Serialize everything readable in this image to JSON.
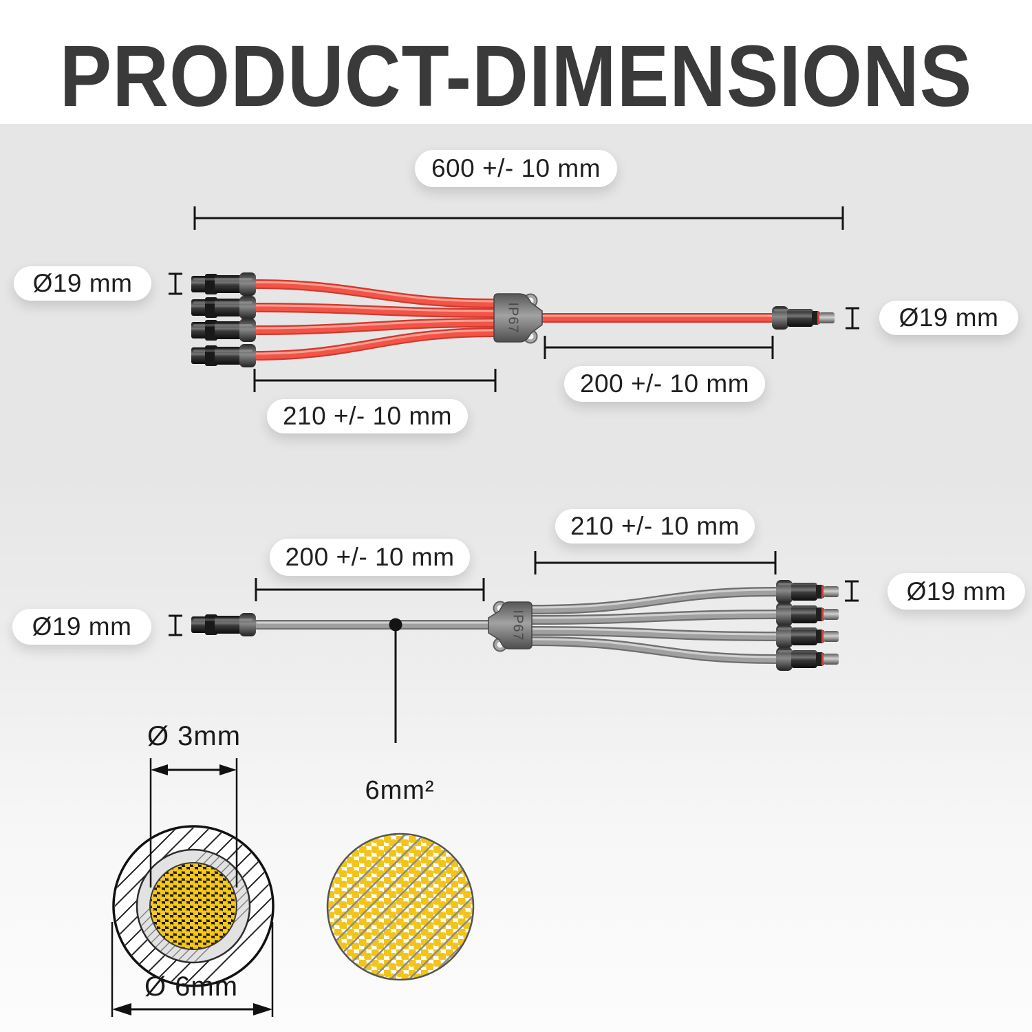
{
  "title": "PRODUCT-DIMENSIONS",
  "colors": {
    "background_panel": "#e6e6e6",
    "cable_red": "#f25548",
    "cable_gray": "#a0a0a0",
    "copper_yellow": "#f2c41b",
    "line_black": "#141414",
    "pill_white": "#ffffff"
  },
  "diagram_top": {
    "total_length_label": "600 +/- 10 mm",
    "branch_length_label": "210 +/- 10 mm",
    "trunk_length_label": "200 +/- 10 mm",
    "left_diameter_label": "Ø19 mm",
    "right_diameter_label": "Ø19 mm",
    "splitter_marking": "IP67"
  },
  "diagram_bottom": {
    "trunk_length_label": "200 +/- 10 mm",
    "branch_length_label": "210 +/- 10 mm",
    "left_diameter_label": "Ø19 mm",
    "right_diameter_label": "Ø19 mm",
    "splitter_marking": "IP67"
  },
  "cross_section": {
    "core_diameter_label": "Ø 3mm",
    "outer_diameter_label": "Ø 6mm",
    "area_label": "6mm²"
  }
}
